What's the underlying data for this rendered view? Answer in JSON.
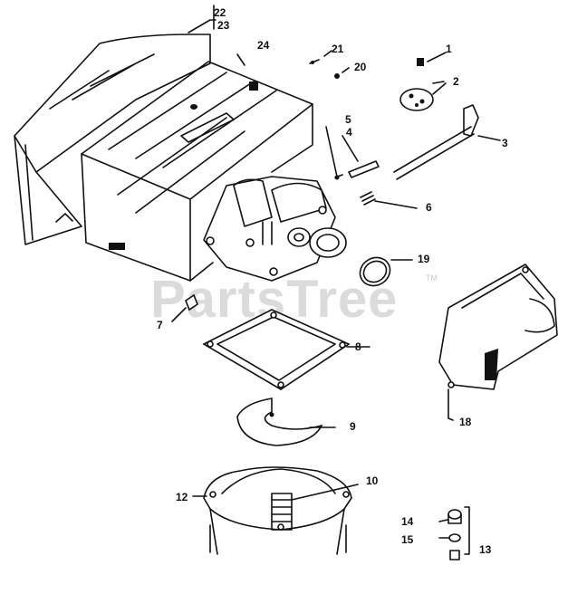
{
  "watermark": {
    "text": "PartsTree",
    "trademark": "TM"
  },
  "callouts": {
    "c1": "1",
    "c2": "2",
    "c3": "3",
    "c4": "4",
    "c5": "5",
    "c6": "6",
    "c7": "7",
    "c8": "8",
    "c9": "9",
    "c10": "10",
    "c12": "12",
    "c13": "13",
    "c14": "14",
    "c15": "15",
    "c18": "18",
    "c19": "19",
    "c20": "20",
    "c21": "21",
    "c22": "22",
    "c23": "23",
    "c24": "24"
  }
}
